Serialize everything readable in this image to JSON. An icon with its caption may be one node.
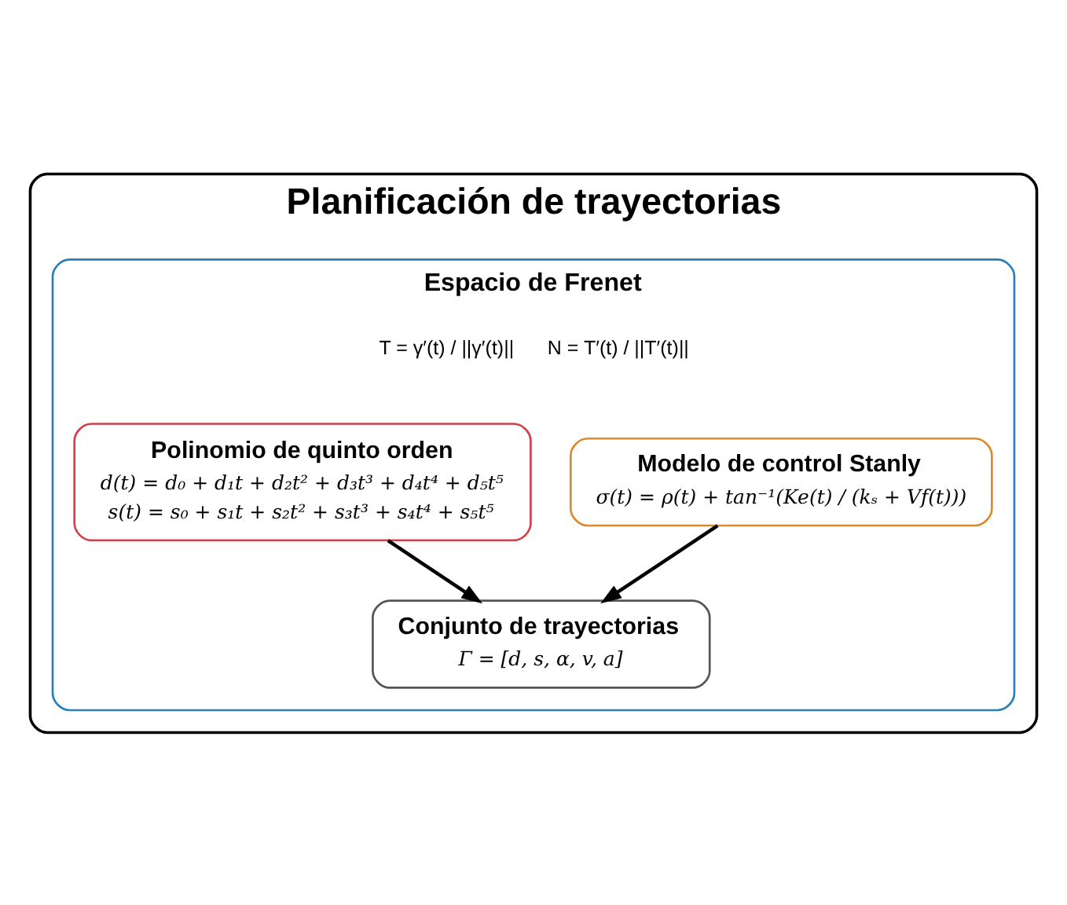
{
  "diagram": {
    "nodes": [
      {
        "text": [
          "Planificación de trayectorias"
        ]
      },
      {
        "text": [
          "Espacio de Frenet",
          "T = γ′(t) / ||γ′(t)||",
          "N = T′(t) / ||T′(t)||"
        ],
        "in": 0
      },
      {
        "text": [
          "Polinomio de quinto orden",
          "d(t) = d₀ + d₁t + d₂t² + d₃t³ + d₄t⁴ + d₅t⁵",
          "s(t) = s₀ + s₁t + s₂t² + s₃t³ + s₄t⁴ + s₅t⁵"
        ],
        "in": 1
      },
      {
        "text": [
          "Modelo de control Stanly",
          "σ(t) = ρ(t) + tan⁻¹(Ke(t) / (kₛ + Vf(t)))"
        ],
        "in": 1
      },
      {
        "text": [
          "Conjunto de trayectorias",
          "Γ = [d, s, α, v, a]"
        ],
        "in": 1
      }
    ],
    "edges": [
      {
        "from": 3,
        "to": 4,
        "arrow": "to"
      },
      {
        "from": 2,
        "to": 4,
        "arrow": "to"
      }
    ]
  }
}
